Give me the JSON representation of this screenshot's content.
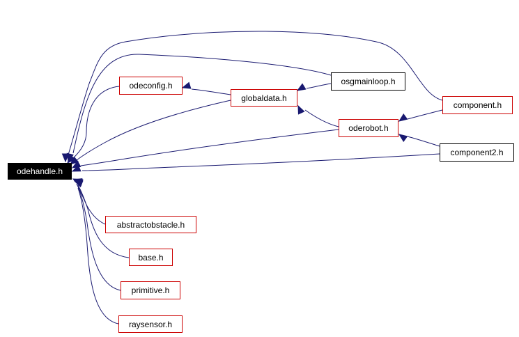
{
  "graph": {
    "nodes": {
      "odehandle": {
        "label": "odehandle.h",
        "style": "root"
      },
      "odeconfig": {
        "label": "odeconfig.h",
        "style": "red"
      },
      "globaldata": {
        "label": "globaldata.h",
        "style": "red"
      },
      "osgmainloop": {
        "label": "osgmainloop.h",
        "style": "black"
      },
      "component": {
        "label": "component.h",
        "style": "red"
      },
      "oderobot": {
        "label": "oderobot.h",
        "style": "red"
      },
      "component2": {
        "label": "component2.h",
        "style": "black"
      },
      "abstractobstacle": {
        "label": "abstractobstacle.h",
        "style": "red"
      },
      "base": {
        "label": "base.h",
        "style": "red"
      },
      "primitive": {
        "label": "primitive.h",
        "style": "red"
      },
      "raysensor": {
        "label": "raysensor.h",
        "style": "red"
      }
    },
    "edges": [
      {
        "from": "odeconfig",
        "to": "odehandle"
      },
      {
        "from": "globaldata",
        "to": "odehandle"
      },
      {
        "from": "osgmainloop",
        "to": "odehandle"
      },
      {
        "from": "component",
        "to": "odehandle"
      },
      {
        "from": "oderobot",
        "to": "odehandle"
      },
      {
        "from": "component2",
        "to": "odehandle"
      },
      {
        "from": "abstractobstacle",
        "to": "odehandle"
      },
      {
        "from": "base",
        "to": "odehandle"
      },
      {
        "from": "primitive",
        "to": "odehandle"
      },
      {
        "from": "raysensor",
        "to": "odehandle"
      },
      {
        "from": "globaldata",
        "to": "odeconfig"
      },
      {
        "from": "osgmainloop",
        "to": "globaldata"
      },
      {
        "from": "oderobot",
        "to": "globaldata"
      },
      {
        "from": "component",
        "to": "oderobot"
      },
      {
        "from": "component2",
        "to": "oderobot"
      }
    ],
    "colors": {
      "edge": "#191970",
      "node_border": "#cc0000",
      "root_fill": "#000000"
    }
  }
}
